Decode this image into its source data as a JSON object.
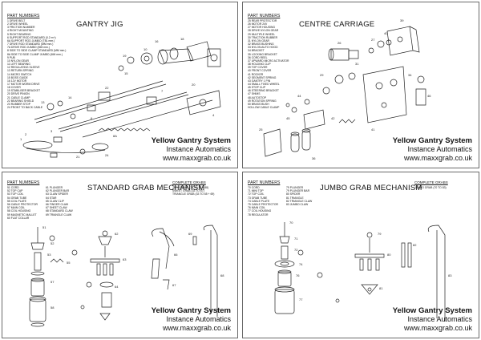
{
  "panels": {
    "gantry": {
      "title": "GANTRY JIG",
      "parts_heading": "PART NUMBERS",
      "parts": [
        "1  DRIVE BELT",
        "2  DRIVE WHEEL",
        "3  FRICTION NUMBER",
        "4  RIGHT MOUNTING",
        "5  RIGHT BEARING",
        "6  SUPPORT ROD STANDARD (0.2 m+)",
        "6A SUPPORT ROD JUMBO (TBL mm.)",
        "7  DRIVE ROD STANDARD (MM mm.)",
        "7A DRIVE ROD JUMBO (MM mm.)",
        "8  SIDE TO SIDE CLAMP STANDARD (MM mm.)",
        "8A SIDE TO SIDE CLAMP JUMBO (MM mm.)",
        "9  PUB",
        "10 NYLON GEAR",
        "11 LEFT BEARING",
        "12 REGULATING SLEEVE",
        "13 RETURN SPRING",
        "14 MICRO SWITCH",
        "15 BOSS GUIDE",
        "16 12V MOTOR",
        "17 MOTOR WORM DRIVE",
        "18 COVER",
        "19 STABILISER BRACKET",
        "20 DRIVE PINION",
        "21 CABLE CLAMP",
        "22 BEARING SHIELD",
        "23 RUBBER STOP",
        "24 FRONT TO BACK CABLE"
      ],
      "brand": {
        "name": "Yellow Gantry System",
        "company": "Instance Automatics",
        "url": "www.maxxgrab.co.uk"
      }
    },
    "centre": {
      "title": "CENTRE CARRIAGE",
      "parts_heading": "PART NUMBERS",
      "parts": [
        "25 REAR PROTECTOR",
        "26 MOTOR 24V",
        "27 MOTOR HOUSING",
        "28 DRIVE NYLON GEAR",
        "29 MULTIPLE WHEEL",
        "30 TRACTION RUBBER",
        "31 NYLON GEAR",
        "32 BRASS BUSHING",
        "33 NYLON AUTO HOOD",
        "34 BRACKET",
        "35 LOCKING BRACKET",
        "36 CORD REEL",
        "37 UPWARD MICRO ACTIVATOR",
        "38 HOLDING CLIP",
        "39 TOP COVER",
        "40 FRONT COVER",
        "41 ROCKER",
        "42 SEGMENT SPRING",
        "43 GANTRY 1 PIN",
        "44 SMALL FIXED WHEEL",
        "45 STOP CLIP",
        "46 STEERING BRACKET",
        "47 SHIMS",
        "48 AUTOSTOP",
        "49 ROTATION SPRING",
        "50 BRASS BUSH",
        "HOLLOW CABLE CLAMP"
      ],
      "brand": {
        "name": "Yellow Gantry System",
        "company": "Instance Automatics",
        "url": "www.maxxgrab.co.uk"
      }
    },
    "standard": {
      "title": "STANDARD GRAB MECHANISM",
      "parts_heading": "PART NUMBERS",
      "parts_col1": [
        "51 CORD",
        "52 TOP CAP",
        "53 TOP COIL",
        "54 GRAB TUBE",
        "55 COIL PLATE",
        "56 CABLE PROTECTOR",
        "57 MAIN COIL",
        "58 COIL HOUSING",
        "59 MAGNETIC MALLET",
        "60 FLAT COLLAR"
      ],
      "parts_col2": [
        "61 PLUNGER",
        "62 PLUNGER BAR",
        "63 CLAW SPIDER",
        "64 STAR",
        "65 CLAW CLIP",
        "66 FINGER CLAW",
        "67 SHEET CLAW",
        "68 STANDARD CLAW",
        "69 TRIANGLE CLAW"
      ],
      "grabs_heading": "COMPLETE GRABS",
      "grabs": [
        "JETO PRIME  (33 TO 33 + 88)",
        "SWEET GRAB  (33 TO 67)",
        "TRIANGLE GRAB  (33 TO 65 + 69)"
      ],
      "brand": {
        "name": "Yellow Gantry System",
        "company": "Instance Automatics",
        "url": "www.maxxgrab.co.uk"
      }
    },
    "jumbo": {
      "title": "JUMBO GRAB MECHANISM",
      "parts_heading": "PART NUMBERS",
      "parts_col1": [
        "70 CORD",
        "71 MINI TOP",
        "72 TOP COIL",
        "73 GRAB TUBE",
        "74 CABLE PLATE",
        "75 CABLE PROTECTOR",
        "76 MAIN COIL",
        "77 COIL HOUSING",
        "78 REGULATOR"
      ],
      "parts_col2": [
        "79 PLUNGER",
        "79 PLUNGER BAR",
        "80 SPIDER",
        "81 TRIANGLE",
        "82 TRIANGLE CLAW",
        "83 JUMBO CLAW"
      ],
      "grabs_heading": "COMPLETE GRABS",
      "grabs": [
        "JUMBO GRAB  (70 TO 83)"
      ],
      "brand": {
        "name": "Yellow Gantry System",
        "company": "Instance Automatics",
        "url": "www.maxxgrab.co.uk"
      }
    }
  }
}
